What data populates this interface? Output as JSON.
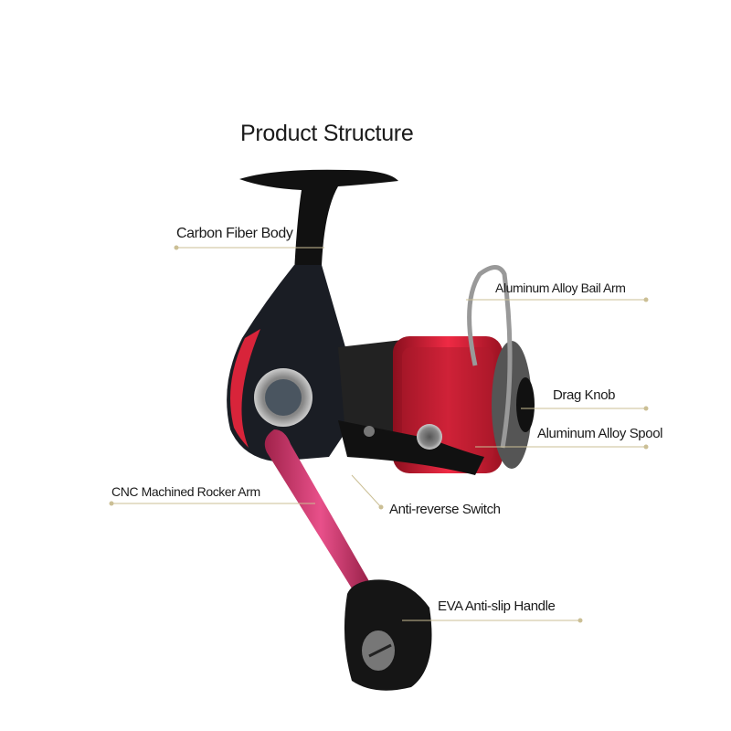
{
  "title": "Product Structure",
  "line_color": "#cbbf95",
  "accent_red": "#d8243a",
  "labels": {
    "carbon_fiber_body": "Carbon Fiber Body",
    "bail_arm": "Aluminum Alloy Bail Arm",
    "drag_knob": "Drag Knob",
    "spool": "Aluminum Alloy Spool",
    "rocker_arm": "CNC Machined Rocker Arm",
    "anti_reverse": "Anti-reverse Switch",
    "handle": "EVA Anti-slip Handle"
  }
}
